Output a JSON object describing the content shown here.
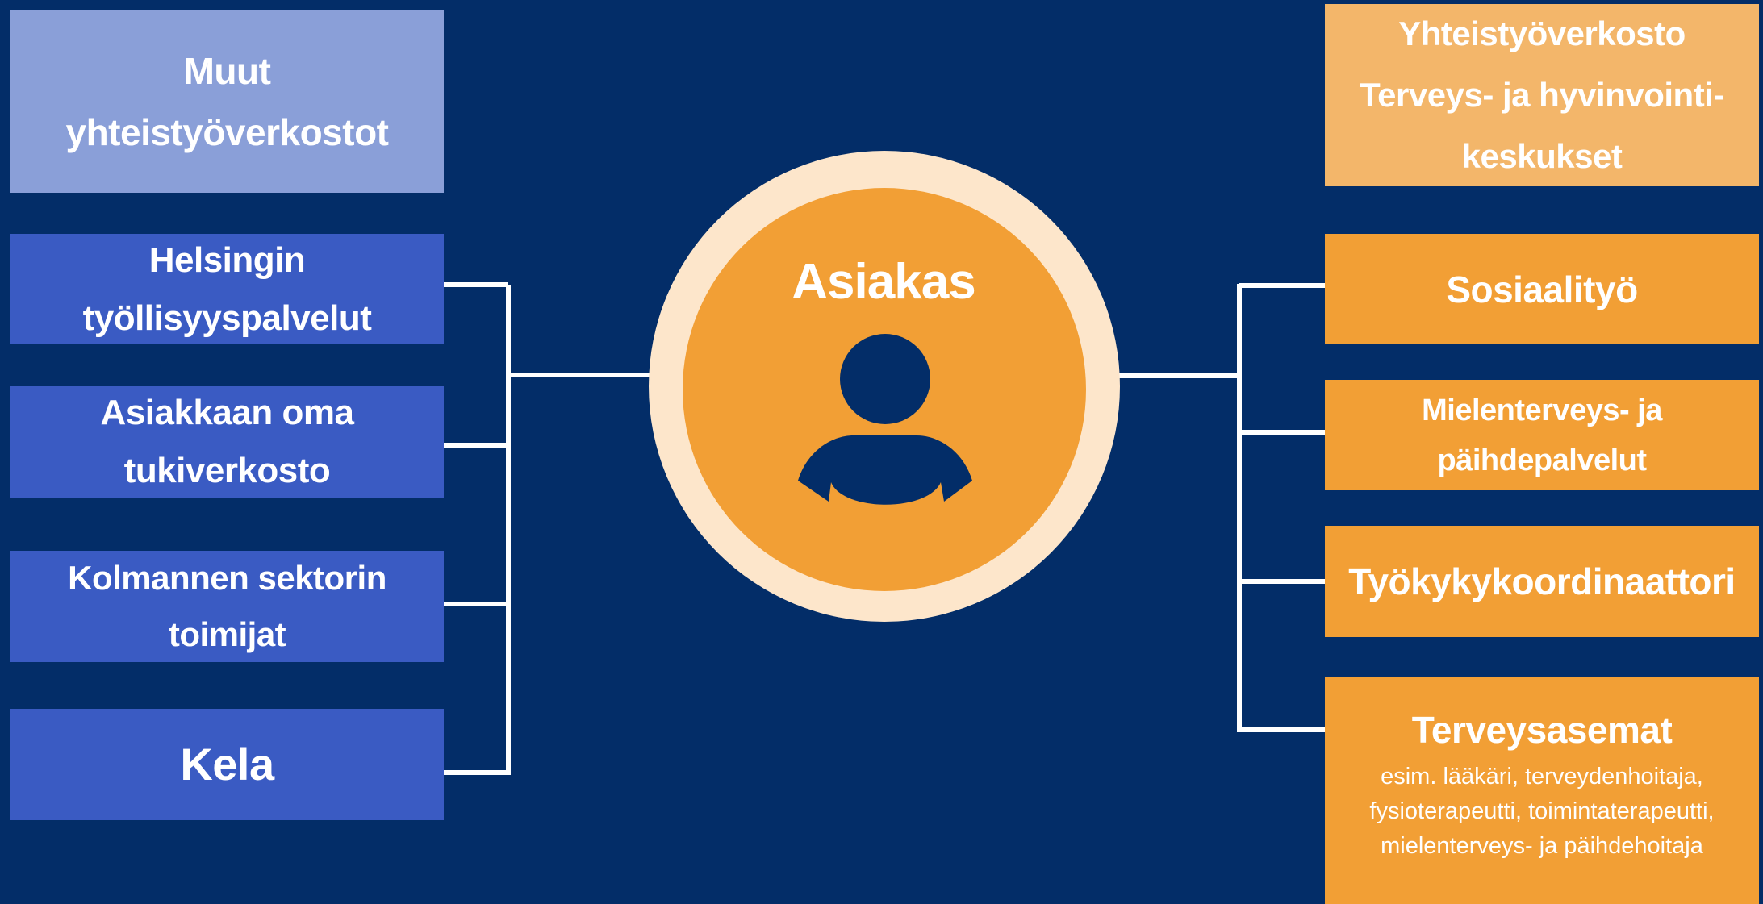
{
  "colors": {
    "background": "#032d68",
    "left_box_muted": "#8a9fd8",
    "left_box": "#3a5bc3",
    "right_box_muted": "#f3b66a",
    "right_box": "#f29f35",
    "center_ring": "#fde6cb",
    "center_fill": "#f29f35",
    "connector": "#ffffff"
  },
  "center": {
    "label": "Asiakas",
    "icon": "person-icon"
  },
  "left": {
    "header": {
      "lines": [
        "Muut",
        "yhteistyöverkostot"
      ]
    },
    "items": [
      {
        "lines": [
          "Helsingin",
          "työllisyyspalvelut"
        ]
      },
      {
        "lines": [
          "Asiakkaan oma",
          "tukiverkosto"
        ]
      },
      {
        "lines": [
          "Kolmannen sektorin",
          "toimijat"
        ]
      },
      {
        "lines": [
          "Kela"
        ]
      }
    ]
  },
  "right": {
    "header": {
      "lines": [
        "Yhteistyöverkosto",
        "Terveys- ja hyvinvointi-",
        "keskukset"
      ]
    },
    "items": [
      {
        "lines": [
          "Sosiaalityö"
        ]
      },
      {
        "lines": [
          "Mielenterveys- ja",
          "päihdepalvelut"
        ]
      },
      {
        "lines": [
          "Työkykykoordinaattori"
        ]
      },
      {
        "lines": [
          "Terveysasemat"
        ],
        "sub_lines": [
          "esim. lääkäri, terveydenhoitaja,",
          "fysioterapeutti, toimintaterapeutti,",
          "mielenterveys- ja päihdehoitaja"
        ]
      }
    ]
  }
}
